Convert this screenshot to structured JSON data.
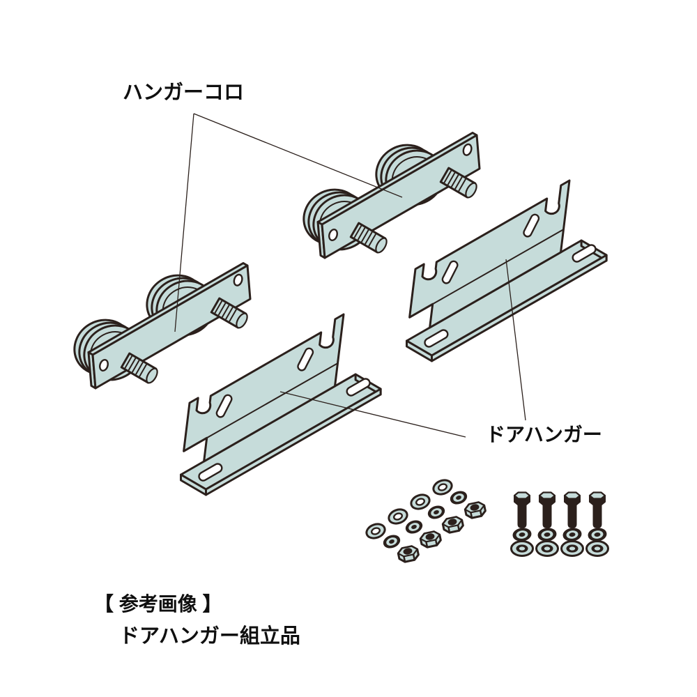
{
  "figure": {
    "type": "isometric-parts-diagram",
    "background": "#ffffff",
    "colors": {
      "part_fill": "#c6dcda",
      "outline": "#2b201c",
      "label_text": "#0f0f0f",
      "leader_line": "#2b201c"
    },
    "labels": {
      "hanger_roller": "ハンガーコロ",
      "door_hanger": "ドアハンガー"
    },
    "captions": {
      "line1": "【 参考画像 】",
      "line2": "ドアハンガー組立品"
    },
    "components": {
      "hanger_rollers": 2,
      "door_hangers": 2,
      "hex_nuts": 4,
      "small_flat_washers": 4,
      "small_spring_washers": 4,
      "bolts": 4,
      "bolt_spring_washers": 4,
      "bolt_flat_washers": 4
    }
  }
}
